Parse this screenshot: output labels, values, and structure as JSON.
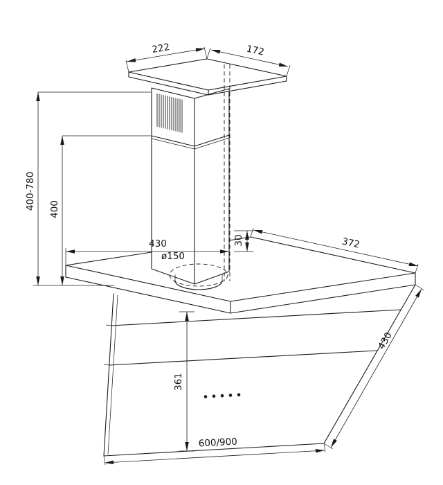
{
  "dimensions": {
    "top_width": "222",
    "top_depth": "172",
    "height_adjustable": "400-780",
    "height_upper": "400",
    "depth_top": "430",
    "duct_diameter": "ø150",
    "duct_offset": "30",
    "top_right_depth": "372",
    "panel_right_length": "430",
    "panel_front_height": "361",
    "hood_width": "600/900"
  }
}
